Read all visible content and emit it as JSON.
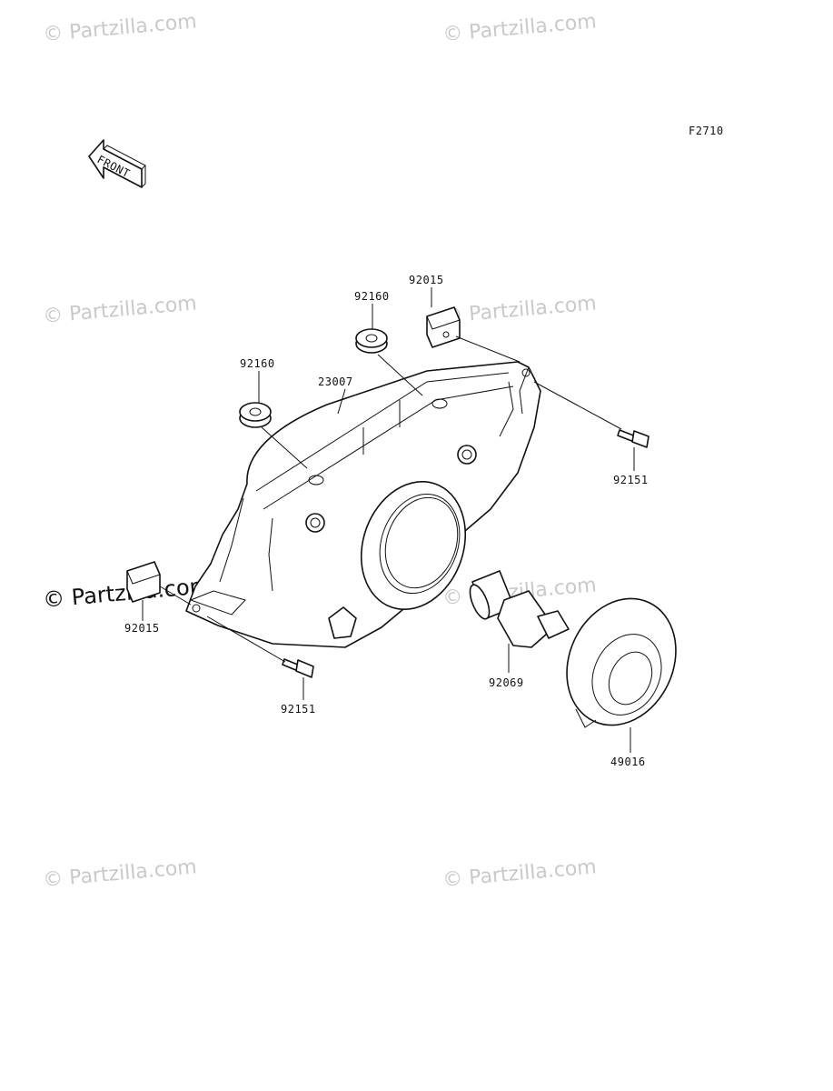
{
  "diagram": {
    "code": "F2710",
    "front_label": "FRONT",
    "watermark": "© Partzilla.com",
    "watermark_prominent": "© Partzilla.com",
    "parts": [
      {
        "number": "92015"
      },
      {
        "number": "92160"
      },
      {
        "number": "92160"
      },
      {
        "number": "23007"
      },
      {
        "number": "92151"
      },
      {
        "number": "92015"
      },
      {
        "number": "92151"
      },
      {
        "number": "92069"
      },
      {
        "number": "49016"
      }
    ]
  }
}
